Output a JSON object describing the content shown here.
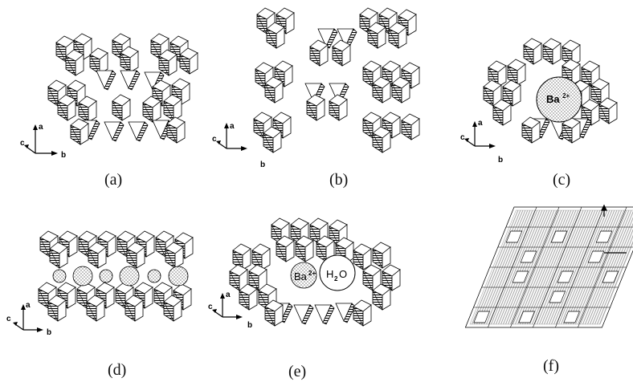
{
  "panels": [
    {
      "caption": "(a)",
      "axes": {
        "a": "a",
        "b": "b",
        "c": "c"
      }
    },
    {
      "caption": "(b)",
      "axes": {
        "a": "a",
        "b": "b",
        "c": "c"
      }
    },
    {
      "caption": "(c)",
      "axes": {
        "a": "a",
        "b": "b",
        "c": "c"
      },
      "ion": "Ba",
      "ion_charge": "2+"
    },
    {
      "caption": "(d)",
      "axes": {
        "a": "a",
        "b": "b",
        "c": "c"
      }
    },
    {
      "caption": "(e)",
      "axes": {
        "a": "a",
        "b": "b",
        "c": "c"
      },
      "ion": "Ba",
      "ion_charge": "2+",
      "molecule": "H",
      "molecule_sub": "2",
      "molecule_rest": "O"
    },
    {
      "caption": "(f)"
    }
  ]
}
